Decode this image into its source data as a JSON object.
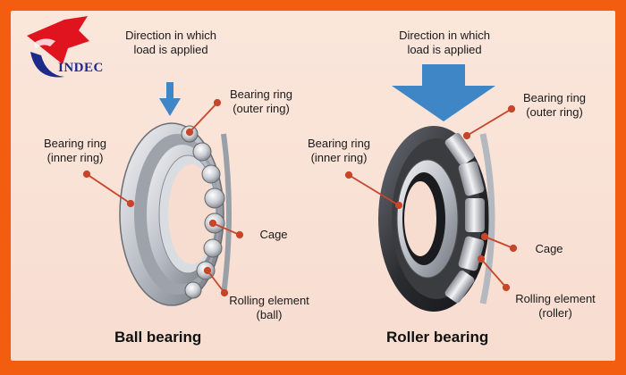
{
  "logo": {
    "text": "INDEC"
  },
  "left": {
    "load_direction": [
      "Direction in which",
      "load is applied"
    ],
    "outer_ring": [
      "Bearing ring",
      "(outer ring)"
    ],
    "inner_ring": [
      "Bearing ring",
      "(inner ring)"
    ],
    "cage": [
      "Cage"
    ],
    "rolling_element": [
      "Rolling element",
      "(ball)"
    ],
    "title": "Ball bearing"
  },
  "right": {
    "load_direction": [
      "Direction in which",
      "load is applied"
    ],
    "outer_ring": [
      "Bearing ring",
      "(outer ring)"
    ],
    "inner_ring": [
      "Bearing ring",
      "(inner ring)"
    ],
    "cage": [
      "Cage"
    ],
    "rolling_element": [
      "Rolling element",
      "(roller)"
    ],
    "title": "Roller bearing"
  },
  "colors": {
    "frame": "#f25d10",
    "panel": "#f9e2d6",
    "arrow": "#3f86c6",
    "leader": "#c8452a",
    "logo_blue": "#1d2a8a",
    "logo_red": "#e0141e"
  }
}
